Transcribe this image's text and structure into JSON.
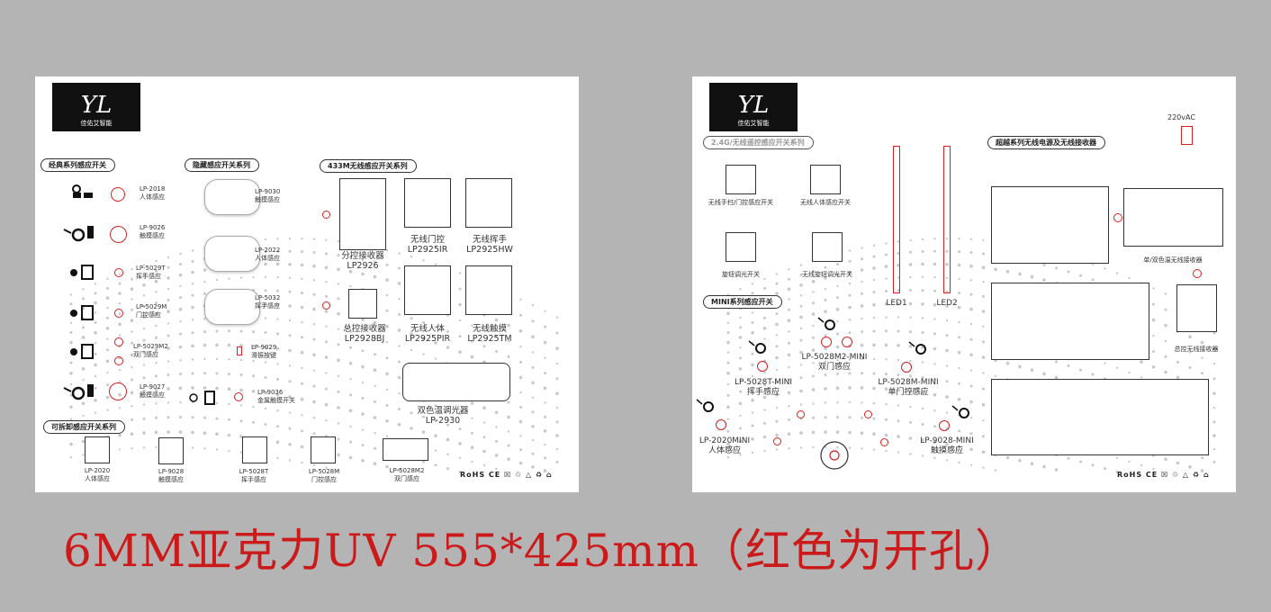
{
  "brand": {
    "logo_sub": "佳佑艾智能"
  },
  "left": {
    "sections": {
      "classic": "经典系列感应开关",
      "hidden": "隐藏感应开关系列",
      "wireless": "433M无线感应开关系列",
      "detachable": "可拆卸感应开关系列"
    },
    "classic_items": [
      {
        "code": "LP-2018",
        "name": "人体感应"
      },
      {
        "code": "LP-9026",
        "name": "触摸感应"
      },
      {
        "code": "LP-5029T",
        "name": "挥手感应"
      },
      {
        "code": "LP-5029M",
        "name": "门控感应"
      },
      {
        "code": "LP-5029M2",
        "name": "双门感应"
      },
      {
        "code": "LP-9027",
        "name": "触摸感应"
      }
    ],
    "hidden_items": [
      {
        "code": "LP-9030",
        "name": "触摸感应"
      },
      {
        "code": "LP-2022",
        "name": "人体感应"
      },
      {
        "code": "LP-5032",
        "name": "挥手感应"
      },
      {
        "code": "LP-9029",
        "name": "滑振按键"
      },
      {
        "code": "LP-9036",
        "name": "金属触摸开关"
      }
    ],
    "wireless_items": [
      {
        "name": "分控接收器",
        "code": "LP2926"
      },
      {
        "name": "无线门控",
        "code": "LP2925IR"
      },
      {
        "name": "无线挥手",
        "code": "LP2925HW"
      },
      {
        "name": "总控接收器",
        "code": "LP2928BJ"
      },
      {
        "name": "无线人体",
        "code": "LP2925PIR"
      },
      {
        "name": "无线触摸",
        "code": "LP2925TM"
      },
      {
        "name": "双色温调光器",
        "code": "LP-2930"
      }
    ],
    "detachable_items": [
      {
        "code": "LP-2020",
        "name": "人体感应"
      },
      {
        "code": "LP-9028",
        "name": "触摸感应"
      },
      {
        "code": "LP-5028T",
        "name": "挥手感应"
      },
      {
        "code": "LP-5028M",
        "name": "门控感应"
      },
      {
        "code": "LP-5028M2",
        "name": "双门感应"
      }
    ],
    "cert": "RoHS  CE  ☒  ♲  △  ♻  ⌂"
  },
  "right": {
    "sections": {
      "g24": "2.4G/无线遥控感应开关系列",
      "mini": "MINI系列感应开关",
      "super": "超越系列无线电源及无线接收器"
    },
    "voltage": "220vAC",
    "g24_items": [
      "无线手扫/门控感应开关",
      "无线人体感应开关",
      "旋钮调光开关",
      "无线旋钮调光开关"
    ],
    "led": [
      "LED1",
      "LED2"
    ],
    "mini_items": [
      {
        "code": "LP-5028T-MINI",
        "name": "挥手感应"
      },
      {
        "code": "LP-5028M2-MINI",
        "name": "双门感应"
      },
      {
        "code": "LP-5028M-MINI",
        "name": "单门控感应"
      },
      {
        "code": "LP-2020MINI",
        "name": "人体感应"
      },
      {
        "code": "LP-9028-MINI",
        "name": "触摸感应"
      }
    ],
    "receivers": {
      "single_double": "单/双色温无线接收器",
      "master": "总控无线接收器"
    },
    "cert": "RoHS  CE  ☒  ♲  △  ♻  ⌂"
  },
  "caption": "6MM亚克力UV 555*425mm（红色为开孔）",
  "colors": {
    "hole": "#d42020",
    "background": "#b4b4b4",
    "caption": "#cc1a1a"
  }
}
